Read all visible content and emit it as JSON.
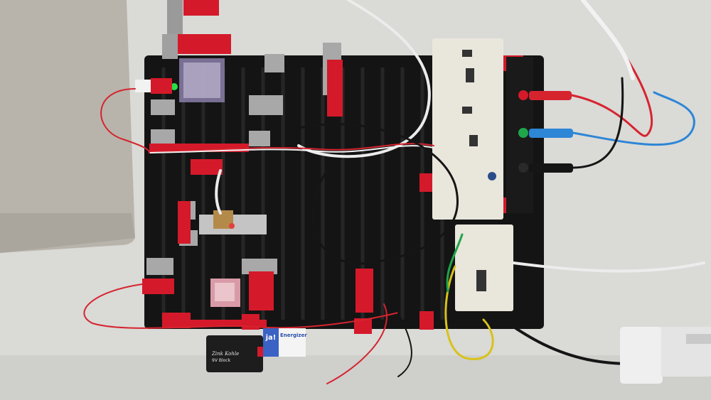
{
  "scene": {
    "colors": {
      "table": "#d9d9d6",
      "mat": "#b8b4ab",
      "board": "#141414",
      "brick_red": "#d41a2a",
      "brick_grey": "#9a9a9a",
      "breadboard": "#e9e6dc",
      "wire_red": "#d6242f",
      "wire_blue": "#2d86d6",
      "wire_black": "#151515",
      "wire_white": "#ececec",
      "wire_yellow": "#d8c21c",
      "wire_green": "#1fa54a",
      "battery_blue": "#3a62c4"
    },
    "battery": {
      "brand": "Energizer",
      "logo_text": "ja!",
      "label_line_1": "Zink Kohle",
      "label_line_2": "9V Block"
    }
  }
}
